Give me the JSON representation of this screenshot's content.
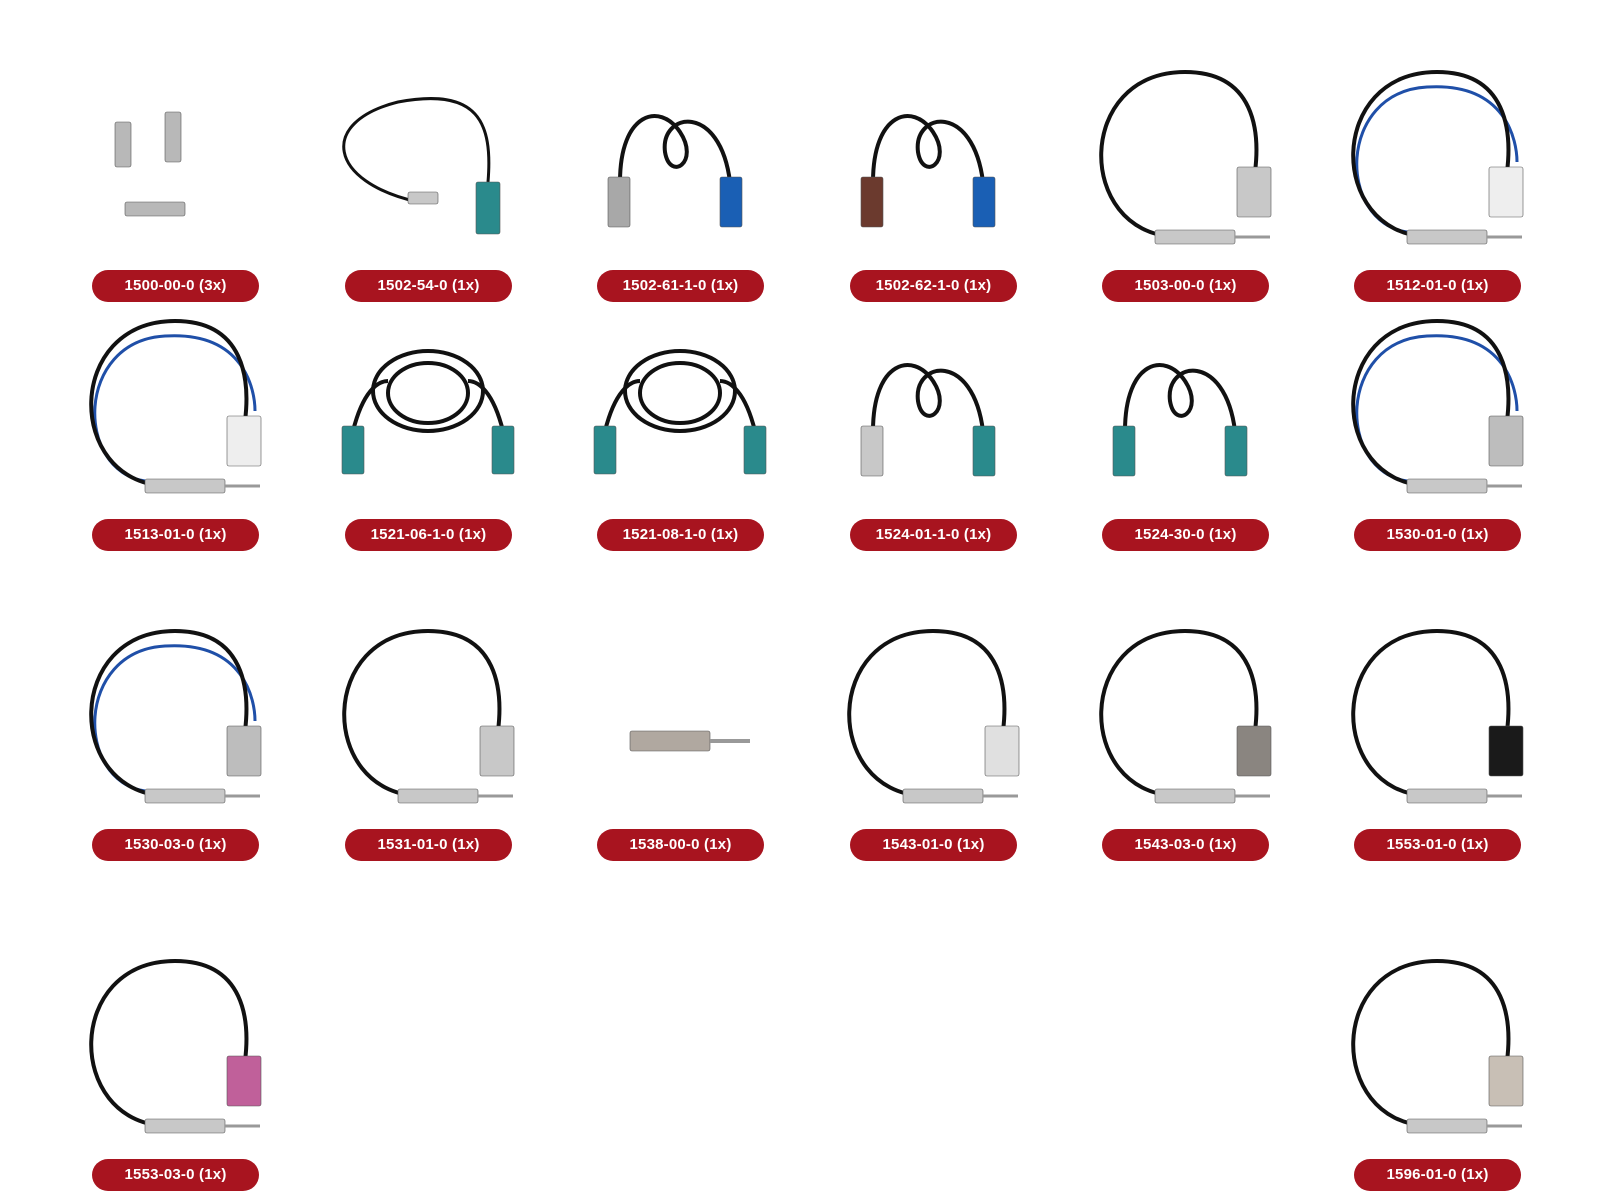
{
  "products": [
    {
      "label": "1500-00-0 (3x)",
      "kind": "plugs",
      "a": "#b8b8b8",
      "b": "#b8b8b8"
    },
    {
      "label": "1502-54-0 (1x)",
      "kind": "cable",
      "a": "#c8c8c8",
      "b": "#2a8a8c"
    },
    {
      "label": "1502-61-1-0 (1x)",
      "kind": "short",
      "a": "#a8a8a8",
      "b": "#1a5fb4"
    },
    {
      "label": "1502-62-1-0 (1x)",
      "kind": "short",
      "a": "#6b3a2e",
      "b": "#1a5fb4"
    },
    {
      "label": "1503-00-0 (1x)",
      "kind": "long",
      "a": "#c8c8c8",
      "b": "#c8c8c8"
    },
    {
      "label": "1512-01-0 (1x)",
      "kind": "blue",
      "a": "#c8c8c8",
      "b": "#eeeeee"
    },
    {
      "label": "1513-01-0 (1x)",
      "kind": "blue",
      "a": "#c8c8c8",
      "b": "#eeeeee"
    },
    {
      "label": "1521-06-1-0 (1x)",
      "kind": "coil",
      "a": "#2a8a8c",
      "b": "#2a8a8c"
    },
    {
      "label": "1521-08-1-0 (1x)",
      "kind": "coil",
      "a": "#2a8a8c",
      "b": "#2a8a8c"
    },
    {
      "label": "1524-01-1-0 (1x)",
      "kind": "short",
      "a": "#c8c8c8",
      "b": "#2a8a8c"
    },
    {
      "label": "1524-30-0 (1x)",
      "kind": "short",
      "a": "#2a8a8c",
      "b": "#2a8a8c"
    },
    {
      "label": "1530-01-0 (1x)",
      "kind": "blue",
      "a": "#c8c8c8",
      "b": "#bdbdbd"
    },
    {
      "label": "1530-03-0 (1x)",
      "kind": "blue",
      "a": "#c8c8c8",
      "b": "#bdbdbd"
    },
    {
      "label": "1531-01-0 (1x)",
      "kind": "long",
      "a": "#c8c8c8",
      "b": "#c8c8c8"
    },
    {
      "label": "1538-00-0 (1x)",
      "kind": "plug",
      "a": "#b0a8a0",
      "b": "#b0a8a0"
    },
    {
      "label": "1543-01-0 (1x)",
      "kind": "long",
      "a": "#c8c8c8",
      "b": "#e0e0e0"
    },
    {
      "label": "1543-03-0 (1x)",
      "kind": "long",
      "a": "#c8c8c8",
      "b": "#8a8580"
    },
    {
      "label": "1553-01-0 (1x)",
      "kind": "long",
      "a": "#c8c8c8",
      "b": "#1a1a1a"
    },
    {
      "label": "1553-03-0 (1x)",
      "kind": "long",
      "a": "#c8c8c8",
      "b": "#c0609a"
    },
    {
      "label": "1596-01-0 (1x)",
      "kind": "long",
      "a": "#c8c8c8",
      "b": "#c8bfb5"
    }
  ]
}
